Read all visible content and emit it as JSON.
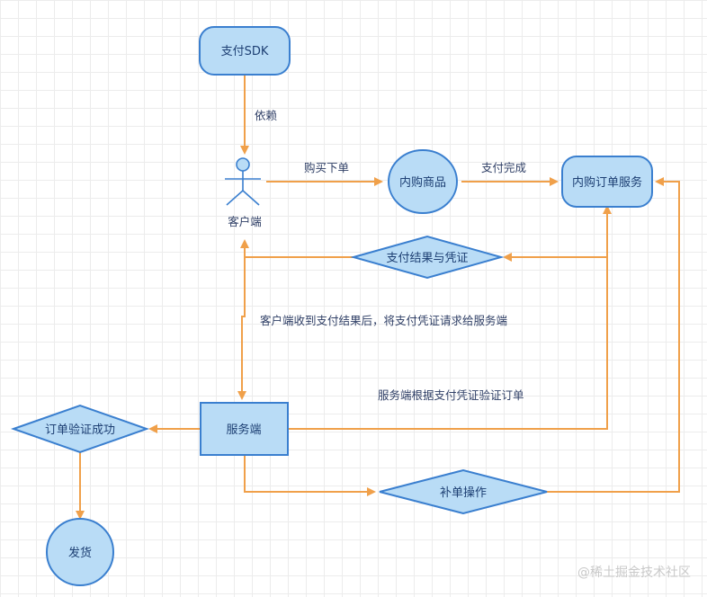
{
  "nodes": {
    "pay_sdk": "支付SDK",
    "client": "客户端",
    "in_app_product": "内购商品",
    "in_app_order_service": "内购订单服务",
    "pay_result_voucher": "支付结果与凭证",
    "server": "服务端",
    "order_verified": "订单验证成功",
    "ship": "发货",
    "reorder_operation": "补单操作"
  },
  "edges": {
    "depends": "依赖",
    "purchase": "购买下单",
    "pay_done": "支付完成",
    "client_send_voucher": "客户端收到支付结果后，将支付凭证请求给服务端",
    "server_verify": "服务端根据支付凭证验证订单"
  },
  "watermark": "@稀土掘金技术社区",
  "colors": {
    "node_fill": "#b9dcf6",
    "node_stroke": "#3a7fcf",
    "edge": "#f0a04a",
    "text": "#1d3f73"
  }
}
